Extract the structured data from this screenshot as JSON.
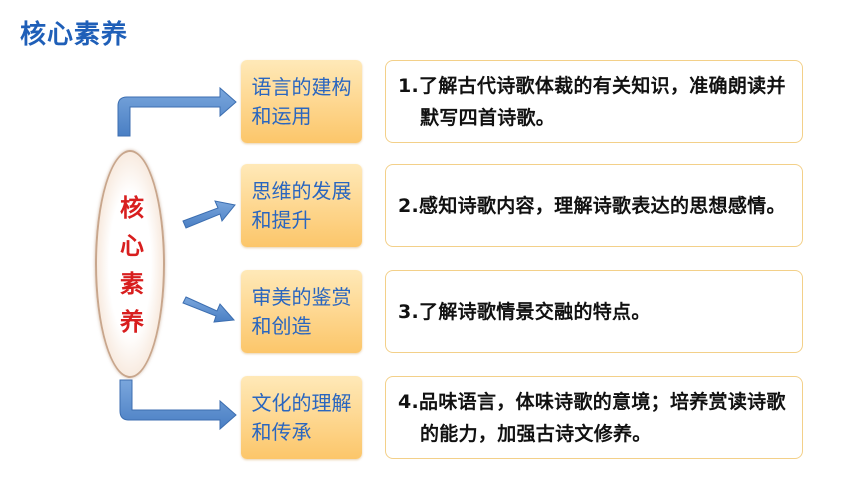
{
  "title": "核心素养",
  "center": {
    "chars": [
      "核",
      "心",
      "素",
      "养"
    ]
  },
  "colors": {
    "title": "#1f5fb8",
    "center_text": "#d81e1e",
    "label_text": "#2a66bf",
    "label_fill": "#fcc66a",
    "desc_border": "#f3d089",
    "arrow": "#5b8fd0"
  },
  "items": [
    {
      "label": "语言的建构和运用",
      "desc": "1.了解古代诗歌体裁的有关知识，准确朗读并默写四首诗歌。"
    },
    {
      "label": "思维的发展和提升",
      "desc": "2.感知诗歌内容，理解诗歌表达的思想感情。"
    },
    {
      "label": "审美的鉴赏和创造",
      "desc": "3.了解诗歌情景交融的特点。"
    },
    {
      "label": "文化的理解和传承",
      "desc": "4.品味语言，体味诗歌的意境；培养赏读诗歌的能力，加强古诗文修养。"
    }
  ]
}
